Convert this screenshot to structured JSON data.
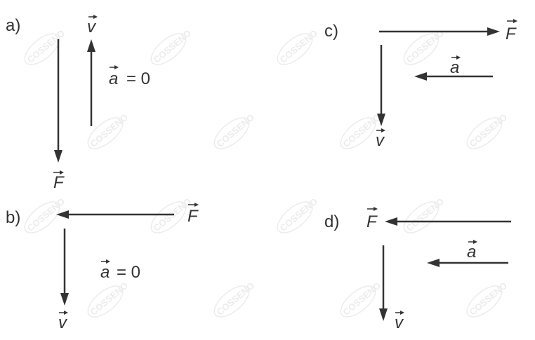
{
  "parts": {
    "a": {
      "label": "a)",
      "v_letter": "v",
      "F_letter": "F",
      "acc_letter": "a",
      "acc_value": "= 0"
    },
    "b": {
      "label": "b)",
      "F_letter": "F",
      "v_letter": "v",
      "acc_letter": "a",
      "acc_value": "= 0"
    },
    "c": {
      "label": "c)",
      "F_letter": "F",
      "acc_letter": "a",
      "v_letter": "v"
    },
    "d": {
      "label": "d)",
      "F_letter": "F",
      "acc_letter": "a",
      "v_letter": "v"
    }
  },
  "watermark": {
    "text": "COSSENO"
  },
  "colors": {
    "ink": "#333333",
    "watermark": "#ececec"
  }
}
